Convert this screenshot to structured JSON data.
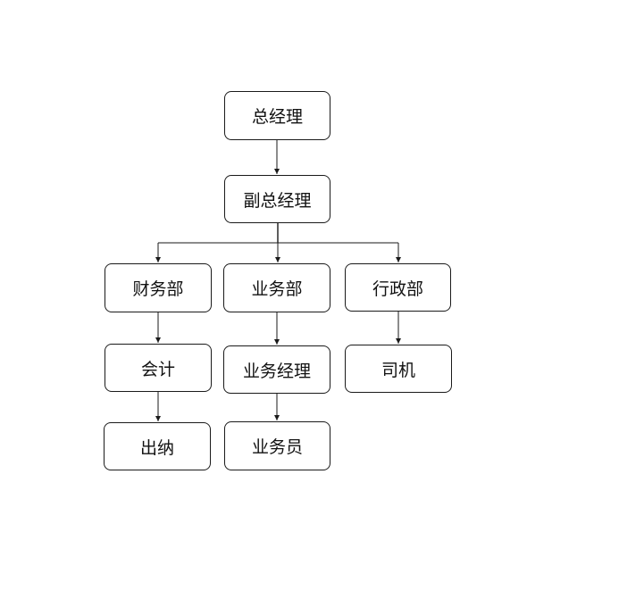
{
  "org_chart": {
    "gm": "总经理",
    "deputy_gm": "副总经理",
    "finance_dept": "财务部",
    "sales_dept": "业务部",
    "admin_dept": "行政部",
    "accountant": "会计",
    "cashier": "出纳",
    "sales_manager": "业务经理",
    "salesperson": "业务员",
    "driver": "司机"
  }
}
